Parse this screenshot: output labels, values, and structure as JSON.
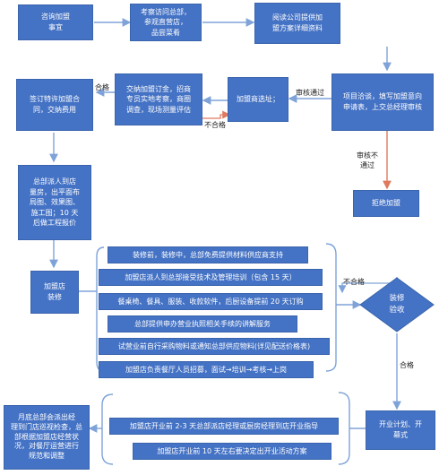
{
  "colors": {
    "box_fill": "#4472c4",
    "arrow_blue": "#7fa3d8",
    "arrow_red": "#e07a5f",
    "bracket": "#7fa3d8"
  },
  "nodes": {
    "consult": "咨询加盟\n事宜",
    "visit": "考察访问总部，\n参观直营店，\n品尝菜肴",
    "read": "阅读公司提供加\n盟方案详细资料",
    "apply": "项目洽谈，填写加盟意向\n申请表，上交总经理审核",
    "site_select": "加盟商选址；",
    "deposit": "交纳加盟订金，招商\n专员实地考察，商圈\n调查，现场测量评估",
    "sign": "签订特许加盟合\n同，交纳费用",
    "survey": "总部派人到店\n量房，出平面布\n局图、效果图、\n施工图；10 天\n后做工程报价",
    "renovate": "加盟店\n装修",
    "reject": "拒绝加盟",
    "inspection": "装修\n验收",
    "opening": "开业计划、开\n幕式",
    "followup": "月底总部会派出经\n理到门店巡视检查，总\n部根据加盟店经营状\n况，对餐厅运营进行\n规范和调整"
  },
  "support_items": [
    "装修前，装修中，总部免费提供材料供应商支持",
    "加盟店派人到总部接受技术及管理培训（包含 15 天）",
    "餐桌椅、餐具、服装、收款软件，后厨设备提前 20 天订购",
    "总部提供申办营业执照相关手续的讲解服务",
    "试营业前自行采购物料或通知总部供应物料(详见配送价格表)",
    "加盟店负责餐厅人员招募，面试→培训→考核→上岗"
  ],
  "opening_items": [
    "加盟店开业前 2-3 天总部派店经理或厨房经理到店开业指导",
    "加盟店开业前 10 天左右要决定出开业活动方案"
  ],
  "labels": {
    "approved": "审核通过",
    "qualified_sign": "合格",
    "unqualified_site": "不合格",
    "review_fail": "审核不\n通过",
    "inspect_fail": "不合格",
    "inspect_pass": "合格"
  }
}
